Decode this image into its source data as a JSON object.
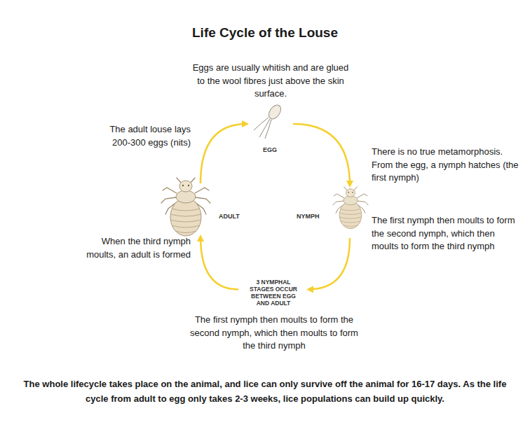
{
  "diagram": {
    "title": "Life Cycle of the Louse",
    "caption": "The whole lifecycle takes place on the animal, and lice can only survive off the animal for 16-17 days. As the life cycle from adult to egg only takes 2-3 weeks, lice populations can build up quickly.",
    "nodes": [
      {
        "text": [
          "EGG"
        ]
      },
      {
        "text": [
          "NYMPH"
        ]
      },
      {
        "text": [
          "3 NYMPHAL STAGES OCCUR BETWEEN EGG AND ADULT"
        ]
      },
      {
        "text": [
          "ADULT"
        ]
      }
    ],
    "edges": [
      {
        "from": 0,
        "to": 1,
        "arrow": "to"
      },
      {
        "from": 1,
        "to": 2,
        "arrow": "to"
      },
      {
        "from": 2,
        "to": 3,
        "arrow": "to"
      },
      {
        "from": 3,
        "to": 0,
        "arrow": "to"
      }
    ],
    "labels": [
      "Eggs are usually whitish and are glued to the wool fibres just above the skin surface.",
      "The adult louse lays 200-300 eggs (nits)",
      "There is no true metamorphosis. From the egg, a nymph hatches (the first nymph)",
      "The first nymph then moults to form the second nymph, which then moults to form the third nymph",
      "When the third nymph moults, an adult is formed",
      "The first nymph then moults to form the second nymph, which then moults to form the third nymph"
    ]
  }
}
